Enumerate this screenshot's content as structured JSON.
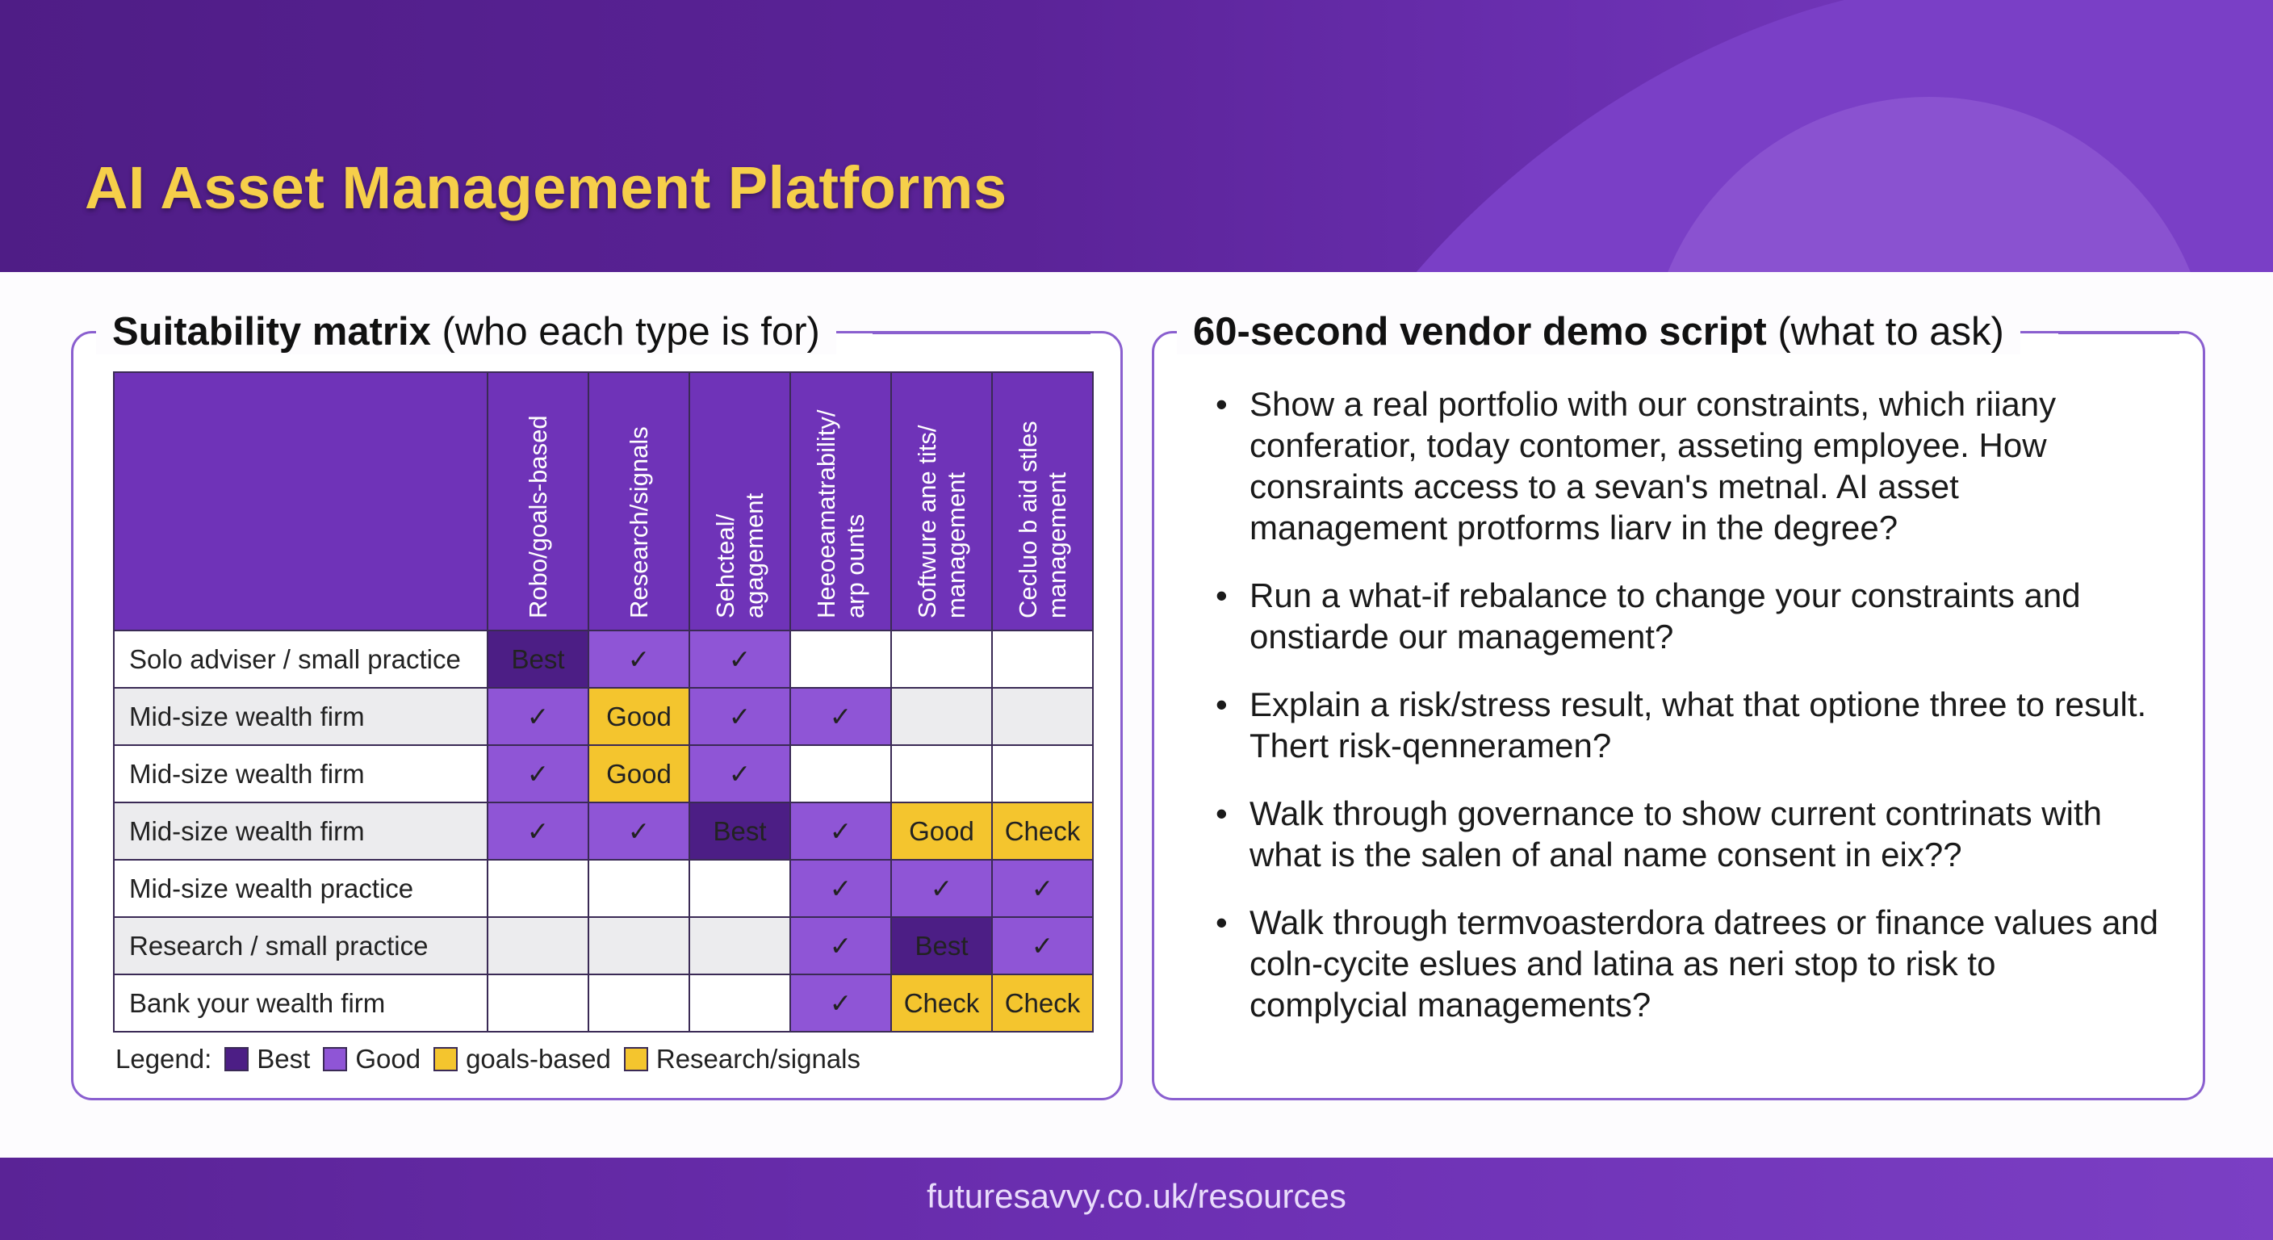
{
  "header": {
    "title": "AI Asset Management Platforms"
  },
  "matrix_panel": {
    "heading_bold": "Suitability matrix",
    "heading_rest": " (who each type is for)",
    "columns": [
      "Robo/goals-based",
      "Research/signals",
      "Sehcteal/\nagagement",
      "Heeoeamatrability/\narp ounts",
      "Softwure ane tits/\nmanagement",
      "Cecluo b aid stles\nmanagement"
    ],
    "rows": [
      {
        "label": "Solo adviser / small practice",
        "cells": [
          {
            "kind": "best",
            "text": "Best"
          },
          {
            "kind": "good",
            "text": "✓"
          },
          {
            "kind": "good",
            "text": "✓"
          },
          {
            "kind": "empty",
            "text": ""
          },
          {
            "kind": "empty",
            "text": ""
          },
          {
            "kind": "empty",
            "text": ""
          }
        ]
      },
      {
        "label": "Mid-size wealth firm",
        "cells": [
          {
            "kind": "good",
            "text": "✓"
          },
          {
            "kind": "gold",
            "text": "Good"
          },
          {
            "kind": "good",
            "text": "✓"
          },
          {
            "kind": "good",
            "text": "✓"
          },
          {
            "kind": "empty",
            "text": ""
          },
          {
            "kind": "empty",
            "text": ""
          }
        ]
      },
      {
        "label": "Mid-size wealth firm",
        "cells": [
          {
            "kind": "good",
            "text": "✓"
          },
          {
            "kind": "gold",
            "text": "Good"
          },
          {
            "kind": "good",
            "text": "✓"
          },
          {
            "kind": "empty",
            "text": ""
          },
          {
            "kind": "empty",
            "text": ""
          },
          {
            "kind": "empty",
            "text": ""
          }
        ]
      },
      {
        "label": "Mid-size wealth firm",
        "cells": [
          {
            "kind": "good",
            "text": "✓"
          },
          {
            "kind": "good",
            "text": "✓"
          },
          {
            "kind": "best",
            "text": "Best"
          },
          {
            "kind": "good",
            "text": "✓"
          },
          {
            "kind": "gold",
            "text": "Good"
          },
          {
            "kind": "gold",
            "text": "Check"
          }
        ]
      },
      {
        "label": "Mid-size wealth practice",
        "cells": [
          {
            "kind": "empty",
            "text": ""
          },
          {
            "kind": "empty",
            "text": ""
          },
          {
            "kind": "empty",
            "text": ""
          },
          {
            "kind": "good",
            "text": "✓"
          },
          {
            "kind": "good",
            "text": "✓"
          },
          {
            "kind": "good",
            "text": "✓"
          }
        ]
      },
      {
        "label": "Research / small practice",
        "cells": [
          {
            "kind": "empty",
            "text": ""
          },
          {
            "kind": "empty",
            "text": ""
          },
          {
            "kind": "empty",
            "text": ""
          },
          {
            "kind": "good",
            "text": "✓"
          },
          {
            "kind": "best",
            "text": "Best"
          },
          {
            "kind": "good",
            "text": "✓"
          }
        ]
      },
      {
        "label": "Bank your wealth firm",
        "cells": [
          {
            "kind": "empty",
            "text": ""
          },
          {
            "kind": "empty",
            "text": ""
          },
          {
            "kind": "empty",
            "text": ""
          },
          {
            "kind": "good",
            "text": "✓"
          },
          {
            "kind": "gold",
            "text": "Check"
          },
          {
            "kind": "gold",
            "text": "Check"
          }
        ]
      }
    ],
    "legend": {
      "prefix": "Legend:",
      "items": [
        {
          "swatch": "best",
          "label": "Best"
        },
        {
          "swatch": "good",
          "label": "Good"
        },
        {
          "swatch": "gold",
          "label": "goals-based"
        },
        {
          "swatch": "gold",
          "label": "Research/signals"
        }
      ]
    }
  },
  "script_panel": {
    "heading_bold": "60-second vendor demo script",
    "heading_rest": " (what to ask)",
    "items": [
      "Show a real portfolio with our constraints, which riiany conferatior, today contomer, asseting employee. How consraints access to a sevan's metnal. AI asset management protforms liarv in the degree?",
      "Run a what-if rebalance to change your constraints and onstiarde our management?",
      "Explain a risk/stress result, what that optione three to result. Thert risk-qenneramen?",
      "Walk through governance to show current contrinats with what is the salen of anal name consent in eix??",
      "Walk through termvoasterdora datrees or finance values and coln-cycite eslues and latina as neri stop to risk to complycial managements?"
    ]
  },
  "footer": {
    "url": "futuresavvy.co.uk/resources"
  },
  "colors": {
    "brand_purple": "#5b2398",
    "best": "#4c1e85",
    "good": "#8f55d6",
    "gold": "#f4c52e",
    "title_gold": "#f6cf4a"
  }
}
